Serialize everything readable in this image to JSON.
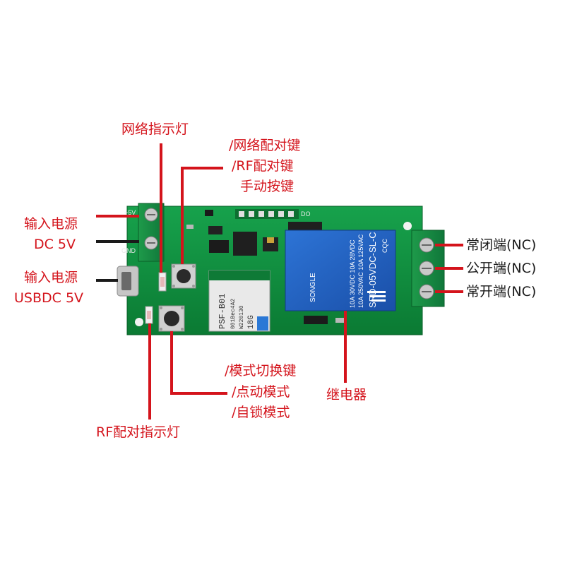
{
  "colors": {
    "label_red": "#d4141c",
    "label_dark": "#1a1a1a",
    "pcb_green": "#0f8a3c",
    "relay_blue": "#1f5fc0"
  },
  "labels": {
    "network_led": "网络指示灯",
    "pair_key_1": "/网络配对键",
    "pair_key_2": "/RF配对键",
    "pair_key_3": "手动按键",
    "power_in_1": "输入电源",
    "power_in_dc": "DC 5V",
    "power_in_2": "输入电源",
    "power_in_usb": "USBDC 5V",
    "mode_key_1": "/模式切换键",
    "mode_key_2": "/点动模式",
    "mode_key_3": "/自锁模式",
    "relay": "继电器",
    "rf_led": "RF配对指示灯",
    "nc_1": "常闭端(NC)",
    "com": "公开端(NC)",
    "no": "常开端(NC)"
  },
  "board": {
    "silk_5v": "+5V",
    "silk_gnd": "GND",
    "silk_do": "DO",
    "module_text_1": "PSF-B01",
    "module_text_2": "001Bec4A2",
    "module_text_3": "W220130",
    "module_text_4": "18G",
    "relay_model": "SRD-05VDC-SL-C",
    "relay_line_1": "10A 250VAC  10A 125VAC",
    "relay_line_2": "10A 30VDC  10A 28VDC",
    "relay_brand": "SONGLE",
    "relay_cqc": "CQC"
  }
}
